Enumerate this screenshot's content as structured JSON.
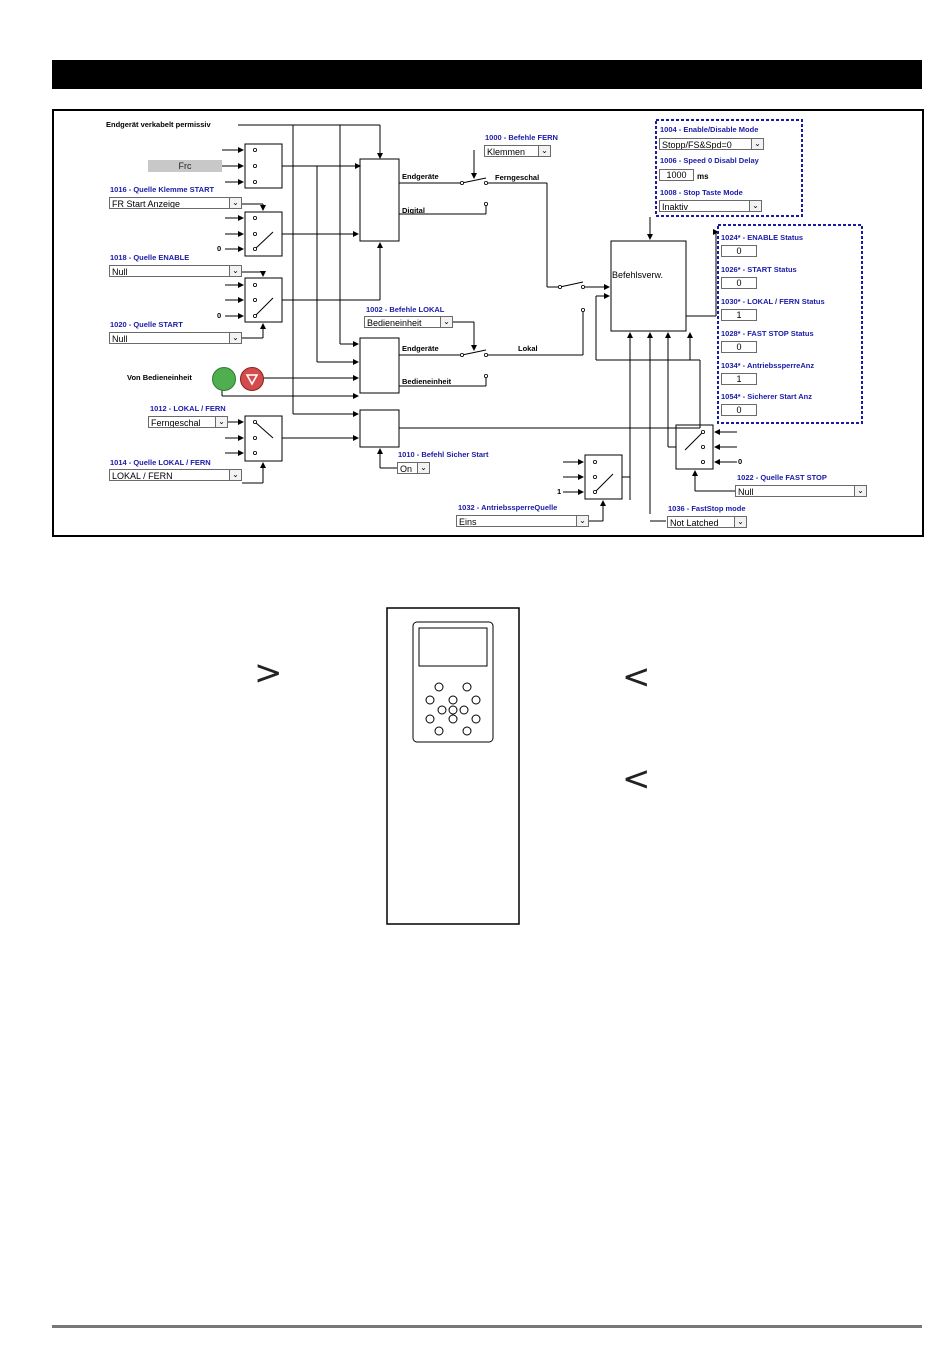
{
  "header": {
    "title": ""
  },
  "diagram": {
    "labels": {
      "endgeraet_permissiv": "Endgerät verkabelt permissiv",
      "frc": "Frc",
      "p1016": "1016 - Quelle Klemme START",
      "p1018": "1018 - Quelle ENABLE",
      "p1020": "1020 - Quelle START",
      "von_bedieneinheit": "Von Bedieneinheit",
      "p1012": "1012 - LOKAL / FERN",
      "p1014": "1014 - Quelle LOKAL / FERN",
      "endgeraete_1": "Endgeräte",
      "digital": "Digital",
      "p1000": "1000 - Befehle FERN",
      "ferngeschal": "Ferngeschal",
      "p1002": "1002 - Befehle LOKAL",
      "endgeraete_2": "Endgeräte",
      "bedieneinheit": "Bedieneinheit",
      "lokal": "Lokal",
      "p1010": "1010 - Befehl Sicher Start",
      "befehlsverw": "Befehlsverw.",
      "p1004": "1004 - Enable/Disable Mode",
      "p1006": "1006 - Speed 0 Disabl Delay",
      "ms": "ms",
      "p1008": "1008 - Stop Taste Mode",
      "p1032": "1032 - AntriebssperreQuelle",
      "p1036": "1036 - FastStop mode",
      "p1022": "1022 - Quelle FAST STOP",
      "zero_1": "0",
      "zero_2": "0",
      "zero_3": "0",
      "one_1": "1"
    },
    "dropdowns": {
      "d1016": "FR Start Anzeige",
      "d1018": "Null",
      "d1020": "Null",
      "d1012": "Ferngeschal",
      "d1014": "LOKAL / FERN",
      "d1000": "Klemmen",
      "d1002": "Bedieneinheit",
      "d1010": "On",
      "d1004": "Stopp/FS&Spd=0",
      "d1008": "Inaktiv",
      "d1032": "Eins",
      "d1036": "Not Latched",
      "d1022": "Null"
    },
    "values": {
      "v1006": "1000"
    },
    "status": [
      {
        "label": "1024* - ENABLE Status",
        "value": "0"
      },
      {
        "label": "1026* - START Status",
        "value": "0"
      },
      {
        "label": "1030* - LOKAL / FERN Status",
        "value": "1"
      },
      {
        "label": "1028* - FAST STOP Status",
        "value": "0"
      },
      {
        "label": "1034* - AntriebssperreAnz",
        "value": "1"
      },
      {
        "label": "1054* - Sicherer Start Anz",
        "value": "0"
      }
    ],
    "colors": {
      "param_label": "#1a1aa8",
      "start_button": "#4fae4f",
      "stop_button": "#d24c4c"
    }
  },
  "figure2": {
    "left_symbol": ">",
    "right_symbol_1": "<",
    "right_symbol_2": "<"
  }
}
